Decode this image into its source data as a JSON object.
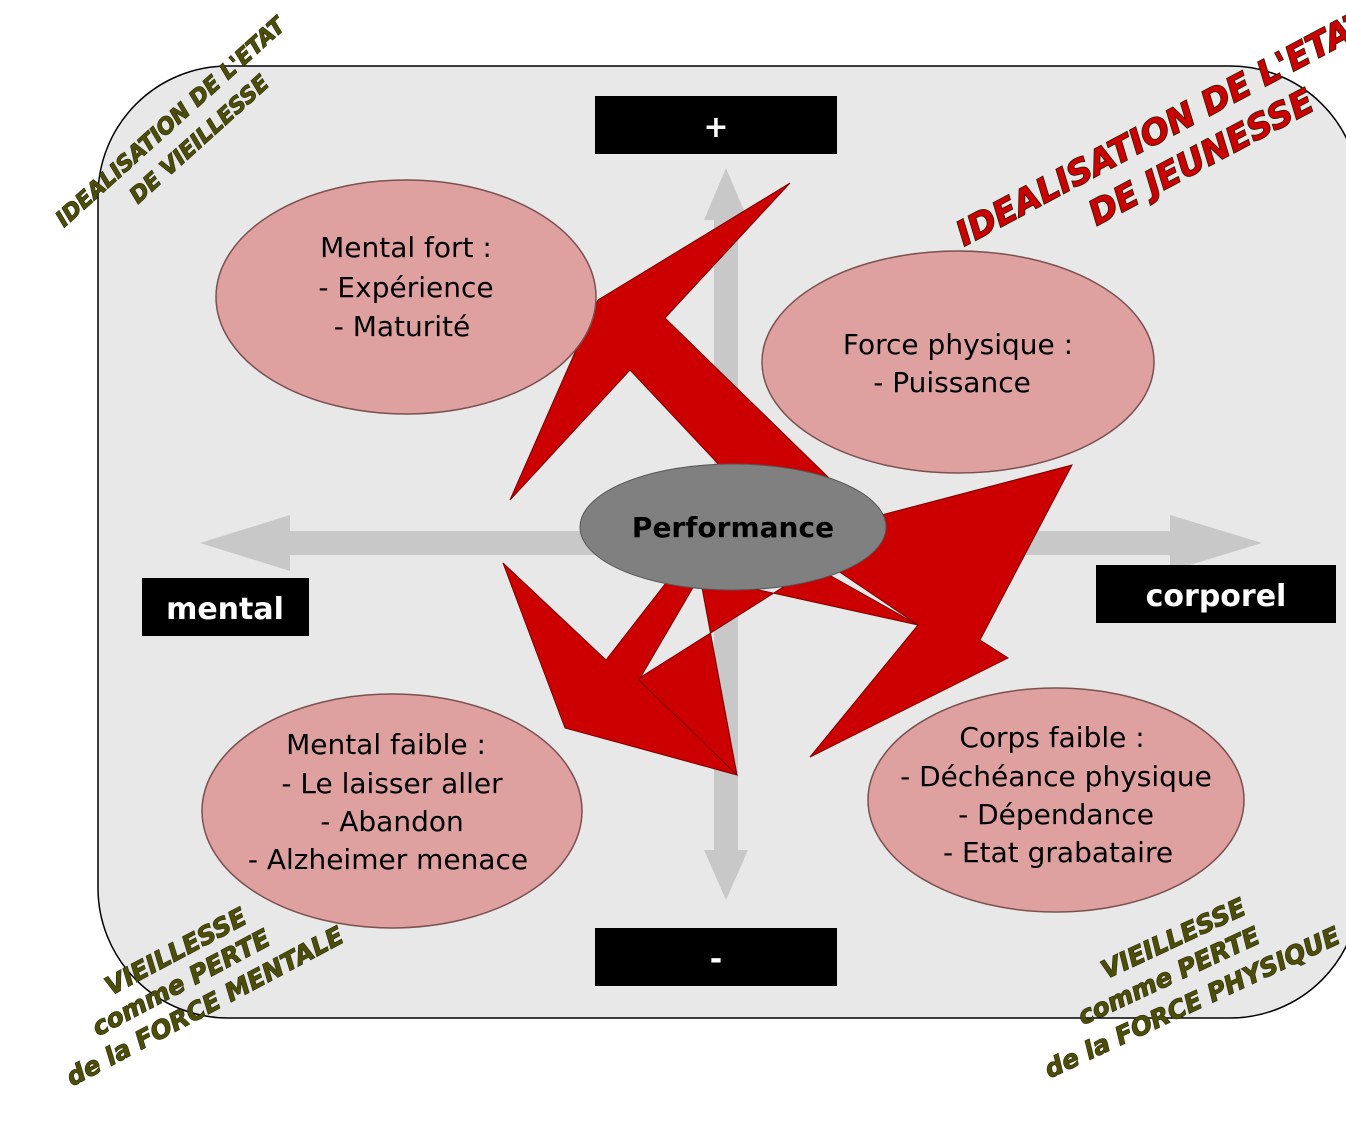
{
  "colors": {
    "panel": "#e8e8e8",
    "ellipse": "#dfa0a0",
    "center": "#808080",
    "arrow_red": "#cc0000",
    "axis_gray": "#c8c8c8",
    "label_box": "#000000",
    "art_green": "#4d4d0a",
    "art_red": "#cc0000"
  },
  "axes": {
    "top_label": "+",
    "bottom_label": "-",
    "left_label": "mental",
    "right_label": "corporel"
  },
  "center": {
    "label": "Performance"
  },
  "quadrants": {
    "top_left": {
      "lines": [
        "Mental fort :",
        "- Expérience",
        "- Maturité"
      ]
    },
    "top_right": {
      "lines": [
        "Force physique :",
        "- Puissance"
      ]
    },
    "bottom_left": {
      "lines": [
        "Mental faible :",
        "- Le laisser aller",
        "- Abandon",
        "- Alzheimer menace"
      ]
    },
    "bottom_right": {
      "lines": [
        "Corps faible :",
        "- Déchéance physique",
        "- Dépendance",
        "- Etat grabataire"
      ]
    }
  },
  "corner_titles": {
    "top_left": {
      "lines": [
        "IDEALISATION DE L'ETAT",
        "DE VIEILLESSE"
      ]
    },
    "top_right": {
      "lines": [
        "IDEALISATION DE L'ETAT",
        "DE JEUNESSE"
      ]
    },
    "bottom_left": {
      "lines": [
        "VIEILLESSE",
        "comme PERTE",
        "de la FORCE MENTALE"
      ]
    },
    "bottom_right": {
      "lines": [
        "VIEILLESSE",
        "comme PERTE",
        "de la FORCE PHYSIQUE"
      ]
    }
  }
}
